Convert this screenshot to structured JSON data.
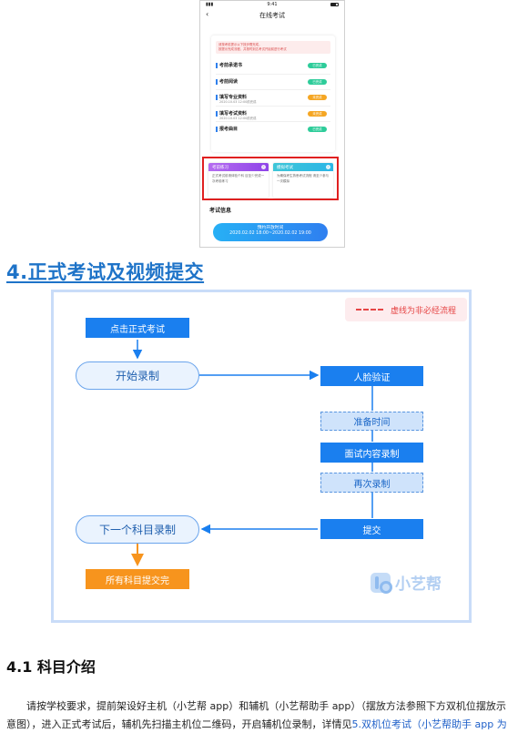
{
  "phone": {
    "status_time": "9:41",
    "nav_title": "在线考试",
    "back_glyph": "‹",
    "notice": [
      "请按考前提示以下按步骤完成，",
      "按提示完成流程，并按时到达考试开始前进行考试"
    ],
    "steps": [
      {
        "name": "考前承诺书",
        "sub": "",
        "status": "已完成",
        "color": "green"
      },
      {
        "name": "考前阅读",
        "sub": "",
        "status": "已完成",
        "color": "green"
      },
      {
        "name": "填写专业资料",
        "sub": "2020.10.03 12:00前完成",
        "status": "未完成",
        "color": "orange"
      },
      {
        "name": "填写考试资料",
        "sub": "2020.10.03 12:00前完成",
        "status": "未完成",
        "color": "orange"
      },
      {
        "name": "报考曲目",
        "sub": "",
        "status": "已完成",
        "color": "green"
      }
    ],
    "mini_cards": [
      {
        "title": "考前练习",
        "body": "正式考试前请体验个科 目至少完成一次考前练习"
      },
      {
        "title": "模拟考试",
        "body": "为确保考生熟悉考试流程 请至少参与一次模拟"
      }
    ],
    "exam_info": "考试信息",
    "start_button": {
      "label": "预约开放时间",
      "time": "2020.02.02 18:00~2020.02.02 19:00"
    }
  },
  "heading": "4.正式考试及视频提交",
  "flow": {
    "legend": "虚线为非必经流程",
    "nodes": {
      "click_exam": "点击正式考试",
      "start_record": "开始录制",
      "face_verify": "人脸验证",
      "prep_time": "准备时间",
      "interview_record": "面试内容录制",
      "re_record": "再次录制",
      "submit": "提交",
      "next_subject": "下一个科目录制",
      "all_submitted": "所有科目提交完"
    },
    "logo_text": "小艺帮"
  },
  "section": {
    "title": "4.1 科目介绍",
    "paragraph": "请按学校要求，提前架设好主机（小艺帮 app）和辅机（小艺帮助手 app）（摆放方法参照下方双机位摆放示意图），进入正式考试后，辅机先扫描主机位二维码，开启辅机位录制，详情见",
    "link": "5.双机位考试（小艺帮助手 app 为"
  }
}
